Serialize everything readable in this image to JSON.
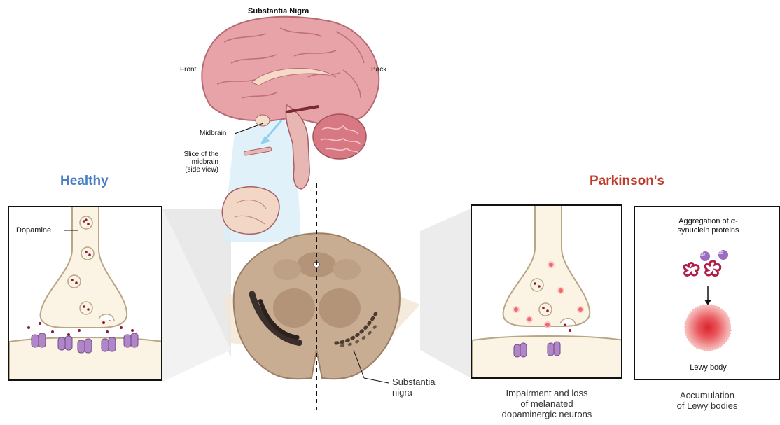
{
  "title": "Substantia Nigra",
  "brain": {
    "front_label": "Front",
    "back_label": "Back",
    "midbrain_label": "Midbrain",
    "slice_label": [
      "Slice of the",
      "midbrain",
      "(side view)"
    ],
    "substantia_label": [
      "Substantia",
      "nigra"
    ]
  },
  "healthy": {
    "heading": "Healthy",
    "heading_color": "#4a7fc1",
    "dopamine_label": "Dopamine"
  },
  "parkinsons": {
    "heading": "Parkinson's",
    "heading_color": "#c0392b",
    "caption_neurons": [
      "Impairment and loss",
      "of melanated",
      "dopaminergic neurons"
    ],
    "aggregation_label": [
      "Aggregation of α-",
      "synuclein proteins"
    ],
    "ub_label": "Ub",
    "lewy_label": "Lewy body",
    "caption_lewy": [
      "Accumulation",
      "of Lewy bodies"
    ]
  },
  "colors": {
    "brain_pink": "#e8a3a8",
    "neuron_fill": "#fbf4e4",
    "receptor_purple": "#b086c9",
    "vesicle_red": "#8b1a3a",
    "midbrain_tan": "#c8ad93"
  }
}
